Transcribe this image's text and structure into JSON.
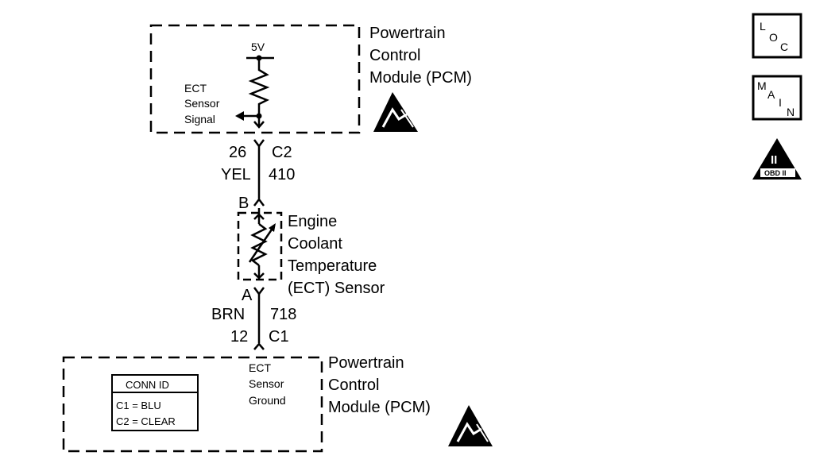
{
  "pcm_top": {
    "title_lines": [
      "Powertrain",
      "Control",
      "Module (PCM)"
    ],
    "voltage": "5V",
    "signal_lines": [
      "ECT",
      "Sensor",
      "Signal"
    ]
  },
  "connector_c2": {
    "pin": "26",
    "connector": "C2"
  },
  "wire_signal": {
    "color": "YEL",
    "circuit": "410"
  },
  "sensor": {
    "pin_b": "B",
    "pin_a": "A",
    "title_lines": [
      "Engine",
      "Coolant",
      "Temperature",
      "(ECT) Sensor"
    ]
  },
  "wire_ground": {
    "color": "BRN",
    "circuit": "718"
  },
  "connector_c1": {
    "pin": "12",
    "connector": "C1"
  },
  "pcm_bottom": {
    "title_lines": [
      "Powertrain",
      "Control",
      "Module (PCM)"
    ],
    "ground_lines": [
      "ECT",
      "Sensor",
      "Ground"
    ],
    "conn_id": {
      "title": "CONN ID",
      "lines": [
        "C1 = BLU",
        "C2 = CLEAR"
      ]
    }
  },
  "legend": {
    "loc": [
      "L",
      "O",
      "C"
    ],
    "main": [
      "M",
      "A",
      "I",
      "N"
    ],
    "obd": {
      "symbol": "II",
      "label": "OBD II"
    }
  }
}
